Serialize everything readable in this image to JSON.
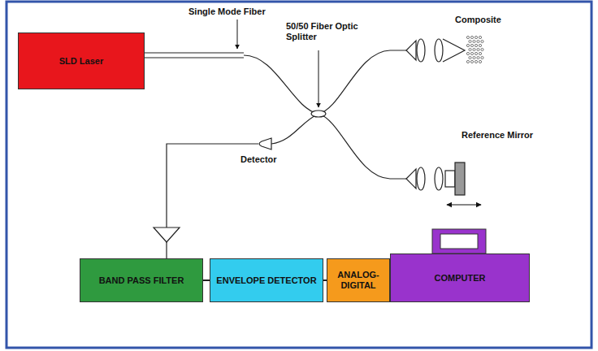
{
  "diagram": {
    "nodes": [
      {
        "text": [
          "SLD Laser"
        ]
      },
      {
        "text": [
          "BAND PASS FILTER"
        ]
      },
      {
        "text": [
          "ENVELOPE DETECTOR"
        ]
      },
      {
        "text": [
          "ANALOG-DIGITAL"
        ]
      },
      {
        "text": [
          "COMPUTER"
        ]
      }
    ],
    "edges": [
      {
        "from": 1,
        "to": 2,
        "arrow": "none"
      },
      {
        "from": 2,
        "to": 3,
        "arrow": "none"
      },
      {
        "from": 3,
        "to": 4,
        "arrow": "none"
      }
    ],
    "labels": [
      "Single Mode Fiber",
      "50/50 Fiber Optic Splitter",
      "Composite",
      "Reference Mirror",
      "Detector"
    ]
  }
}
